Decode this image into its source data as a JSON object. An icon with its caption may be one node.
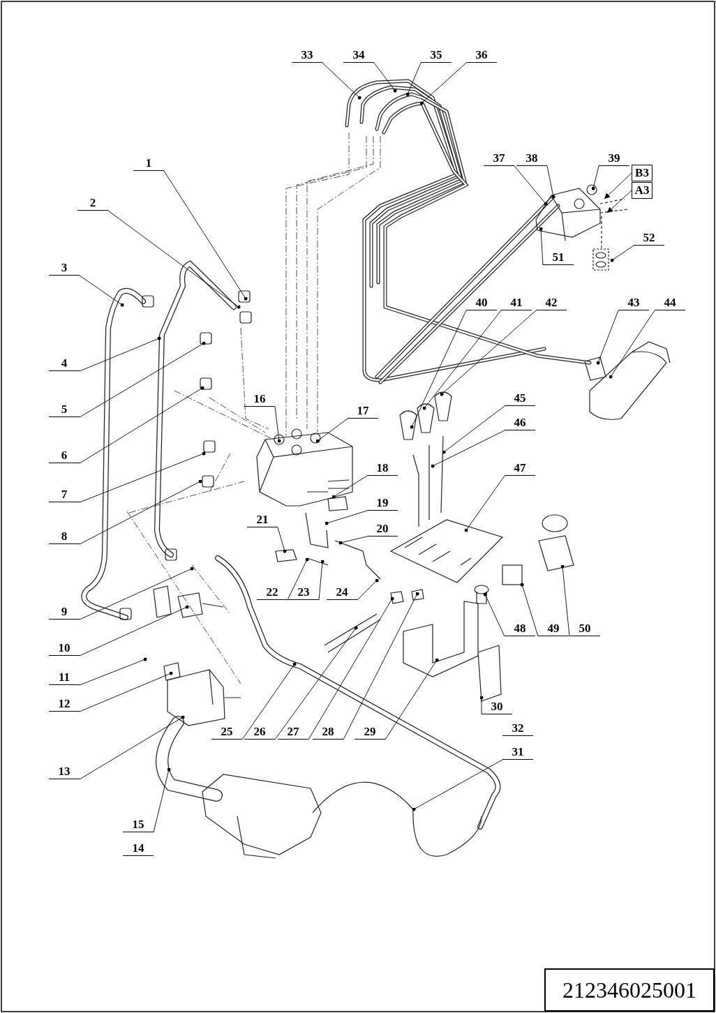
{
  "diagram": {
    "nodes": [
      {
        "text": [
          "1"
        ]
      },
      {
        "text": [
          "2"
        ]
      },
      {
        "text": [
          "3"
        ]
      },
      {
        "text": [
          "4"
        ]
      },
      {
        "text": [
          "5"
        ]
      },
      {
        "text": [
          "6"
        ]
      },
      {
        "text": [
          "7"
        ]
      },
      {
        "text": [
          "8"
        ]
      },
      {
        "text": [
          "9"
        ]
      },
      {
        "text": [
          "10"
        ]
      },
      {
        "text": [
          "11"
        ]
      },
      {
        "text": [
          "12"
        ]
      },
      {
        "text": [
          "13"
        ]
      },
      {
        "text": [
          "14"
        ]
      },
      {
        "text": [
          "15"
        ]
      },
      {
        "text": [
          "16"
        ]
      },
      {
        "text": [
          "17"
        ]
      },
      {
        "text": [
          "18"
        ]
      },
      {
        "text": [
          "19"
        ]
      },
      {
        "text": [
          "20"
        ]
      },
      {
        "text": [
          "21"
        ]
      },
      {
        "text": [
          "22"
        ]
      },
      {
        "text": [
          "23"
        ]
      },
      {
        "text": [
          "24"
        ]
      },
      {
        "text": [
          "25"
        ]
      },
      {
        "text": [
          "26"
        ]
      },
      {
        "text": [
          "27"
        ]
      },
      {
        "text": [
          "28"
        ]
      },
      {
        "text": [
          "29"
        ]
      },
      {
        "text": [
          "30"
        ]
      },
      {
        "text": [
          "31"
        ]
      },
      {
        "text": [
          "32"
        ]
      },
      {
        "text": [
          "33"
        ]
      },
      {
        "text": [
          "34"
        ]
      },
      {
        "text": [
          "35"
        ]
      },
      {
        "text": [
          "36"
        ]
      },
      {
        "text": [
          "37"
        ]
      },
      {
        "text": [
          "38"
        ]
      },
      {
        "text": [
          "39"
        ]
      },
      {
        "text": [
          "40"
        ]
      },
      {
        "text": [
          "41"
        ]
      },
      {
        "text": [
          "42"
        ]
      },
      {
        "text": [
          "43"
        ]
      },
      {
        "text": [
          "44"
        ]
      },
      {
        "text": [
          "45"
        ]
      },
      {
        "text": [
          "46"
        ]
      },
      {
        "text": [
          "47"
        ]
      },
      {
        "text": [
          "48"
        ]
      },
      {
        "text": [
          "49"
        ]
      },
      {
        "text": [
          "50"
        ]
      },
      {
        "text": [
          "51"
        ]
      },
      {
        "text": [
          "52"
        ]
      },
      {
        "text": [
          "B3"
        ]
      },
      {
        "text": [
          "A3"
        ]
      }
    ],
    "edges": [
      {
        "from": 0,
        "to": null,
        "arrow": "other"
      },
      {
        "from": 1,
        "to": null,
        "arrow": "other"
      },
      {
        "from": 2,
        "to": null,
        "arrow": "other"
      },
      {
        "from": 3,
        "to": null,
        "arrow": "other"
      },
      {
        "from": 4,
        "to": null,
        "arrow": "other"
      },
      {
        "from": 5,
        "to": null,
        "arrow": "other"
      },
      {
        "from": 6,
        "to": null,
        "arrow": "other"
      },
      {
        "from": 7,
        "to": null,
        "arrow": "other"
      },
      {
        "from": 8,
        "to": null,
        "arrow": "other"
      },
      {
        "from": 9,
        "to": null,
        "arrow": "other"
      },
      {
        "from": 10,
        "to": null,
        "arrow": "other"
      },
      {
        "from": 11,
        "to": null,
        "arrow": "other"
      },
      {
        "from": 12,
        "to": null,
        "arrow": "other"
      },
      {
        "from": 14,
        "to": null,
        "arrow": "other"
      },
      {
        "from": 15,
        "to": null,
        "arrow": "other"
      },
      {
        "from": 16,
        "to": null,
        "arrow": "other"
      },
      {
        "from": 17,
        "to": null,
        "arrow": "other"
      },
      {
        "from": 18,
        "to": null,
        "arrow": "other"
      },
      {
        "from": 19,
        "to": null,
        "arrow": "other"
      },
      {
        "from": 20,
        "to": null,
        "arrow": "other"
      },
      {
        "from": 21,
        "to": null,
        "arrow": "other"
      },
      {
        "from": 22,
        "to": null,
        "arrow": "other"
      },
      {
        "from": 23,
        "to": null,
        "arrow": "other"
      },
      {
        "from": 24,
        "to": null,
        "arrow": "other"
      },
      {
        "from": 25,
        "to": null,
        "arrow": "other"
      },
      {
        "from": 26,
        "to": null,
        "arrow": "other"
      },
      {
        "from": 27,
        "to": null,
        "arrow": "other"
      },
      {
        "from": 28,
        "to": null,
        "arrow": "other"
      },
      {
        "from": 29,
        "to": null,
        "arrow": "other"
      },
      {
        "from": 30,
        "to": null,
        "arrow": "other"
      },
      {
        "from": 32,
        "to": null,
        "arrow": "other"
      },
      {
        "from": 33,
        "to": null,
        "arrow": "other"
      },
      {
        "from": 34,
        "to": null,
        "arrow": "other"
      },
      {
        "from": 35,
        "to": null,
        "arrow": "other"
      },
      {
        "from": 36,
        "to": null,
        "arrow": "other"
      },
      {
        "from": 37,
        "to": null,
        "arrow": "other"
      },
      {
        "from": 38,
        "to": null,
        "arrow": "other"
      },
      {
        "from": 39,
        "to": null,
        "arrow": "other"
      },
      {
        "from": 40,
        "to": null,
        "arrow": "other"
      },
      {
        "from": 41,
        "to": null,
        "arrow": "other"
      },
      {
        "from": 42,
        "to": null,
        "arrow": "other"
      },
      {
        "from": 43,
        "to": null,
        "arrow": "other"
      },
      {
        "from": 44,
        "to": null,
        "arrow": "other"
      },
      {
        "from": 45,
        "to": null,
        "arrow": "other"
      },
      {
        "from": 46,
        "to": null,
        "arrow": "other"
      },
      {
        "from": 47,
        "to": null,
        "arrow": "other"
      },
      {
        "from": 48,
        "to": null,
        "arrow": "other"
      },
      {
        "from": 49,
        "to": null,
        "arrow": "other"
      },
      {
        "from": 50,
        "to": null,
        "arrow": "other"
      },
      {
        "from": 51,
        "to": null,
        "arrow": "other"
      },
      {
        "from": 52,
        "to": null,
        "arrow": "to"
      },
      {
        "from": 53,
        "to": null,
        "arrow": "to"
      }
    ],
    "labels": [
      "212346025001"
    ]
  }
}
